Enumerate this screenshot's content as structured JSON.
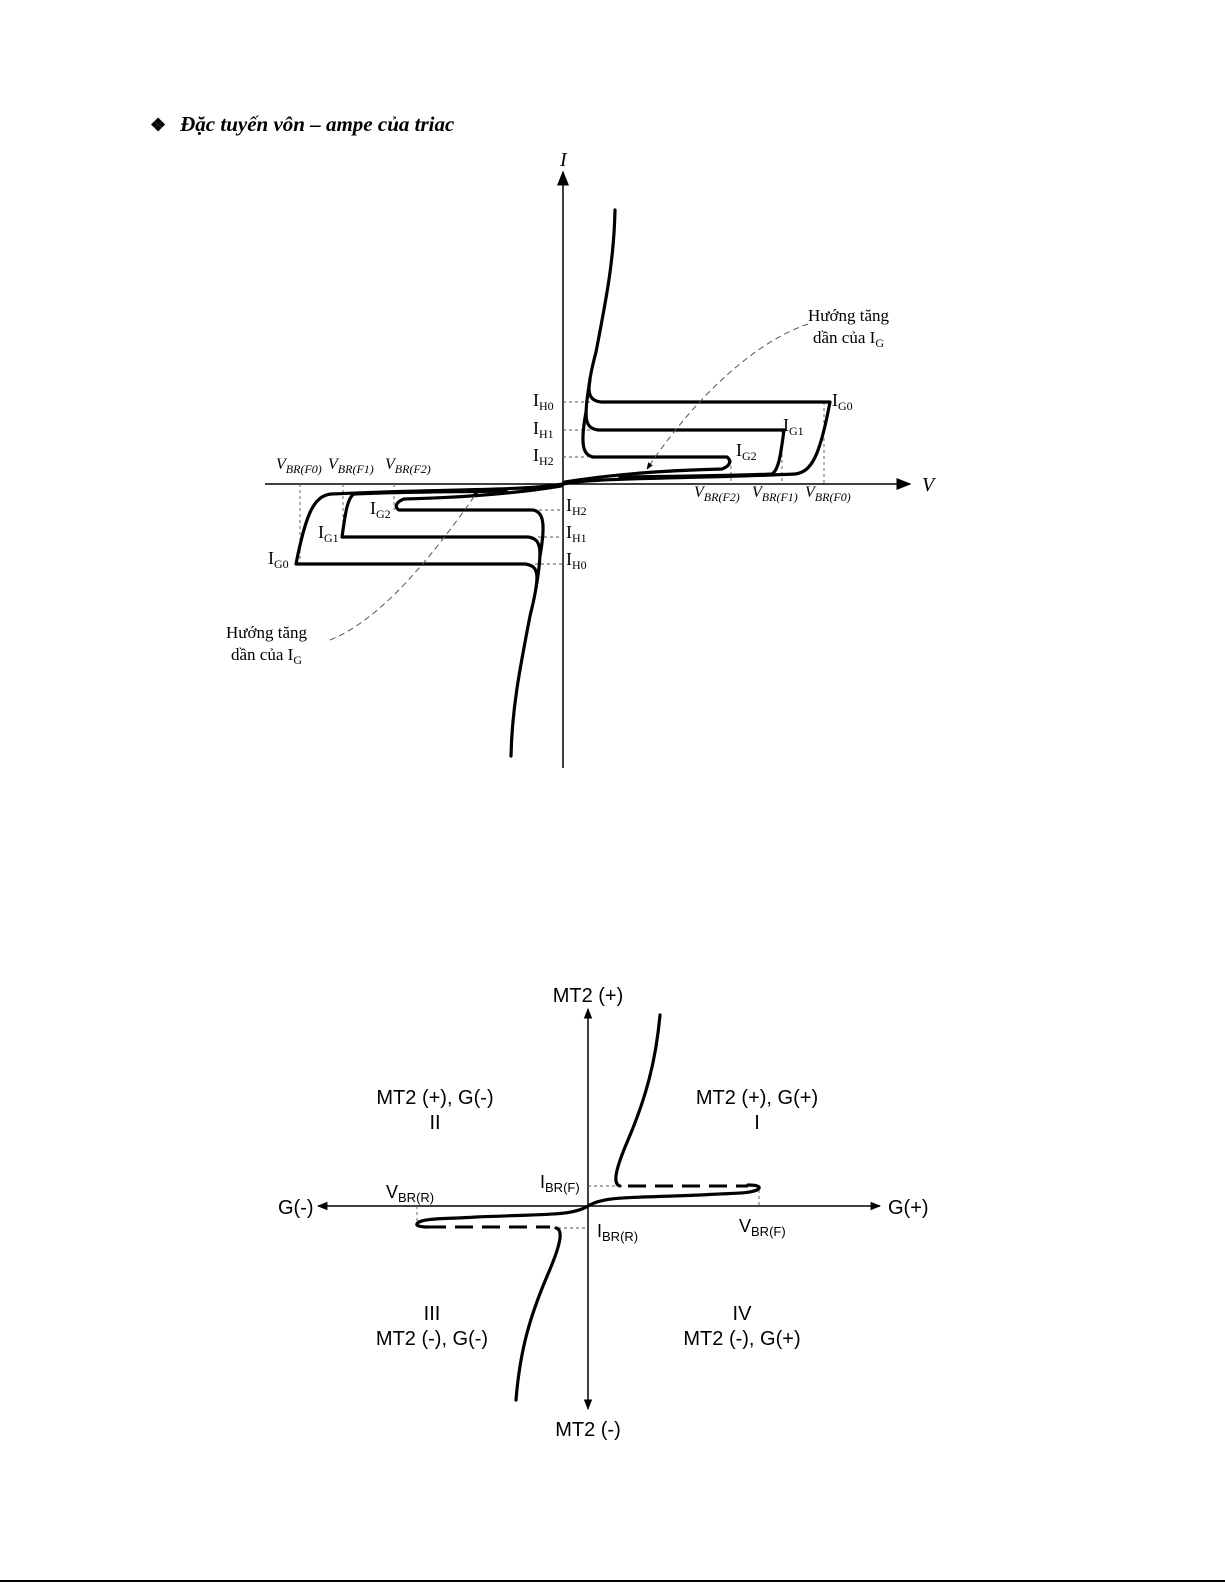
{
  "heading": {
    "bullet": "❖",
    "text": "Đặc tuyến vôn – ampe của triac"
  },
  "diagram1": {
    "axis_i": "I",
    "axis_v": "V",
    "ih0": {
      "main": "I",
      "sub": "H0"
    },
    "ih1": {
      "main": "I",
      "sub": "H1"
    },
    "ih2": {
      "main": "I",
      "sub": "H2"
    },
    "ig0": {
      "main": "I",
      "sub": "G0"
    },
    "ig1": {
      "main": "I",
      "sub": "G1"
    },
    "ig2": {
      "main": "I",
      "sub": "G2"
    },
    "vbr_f0": {
      "main": "V",
      "sub": "BR(F0)"
    },
    "vbr_f1": {
      "main": "V",
      "sub": "BR(F1)"
    },
    "vbr_f2": {
      "main": "V",
      "sub": "BR(F2)"
    },
    "direction_line1": "Hướng tăng",
    "direction_line2": "dần của I",
    "direction_sub": "G"
  },
  "diagram2": {
    "mt2_plus": "MT2 (+)",
    "mt2_minus": "MT2 (-)",
    "g_minus": "G(-)",
    "g_plus": "G(+)",
    "q1_line1": "MT2 (+), G(+)",
    "q1_line2": "I",
    "q2_line1": "MT2 (+), G(-)",
    "q2_line2": "II",
    "q3_line1": "III",
    "q3_line2": "MT2 (-), G(-)",
    "q4_line1": "IV",
    "q4_line2": "MT2 (-), G(+)",
    "ibr_f": {
      "main": "I",
      "sub": "BR(F)"
    },
    "ibr_r": {
      "main": "I",
      "sub": "BR(R)"
    },
    "vbr_r": {
      "main": "V",
      "sub": "BR(R)"
    },
    "vbr_f": {
      "main": "V",
      "sub": "BR(F)"
    }
  }
}
